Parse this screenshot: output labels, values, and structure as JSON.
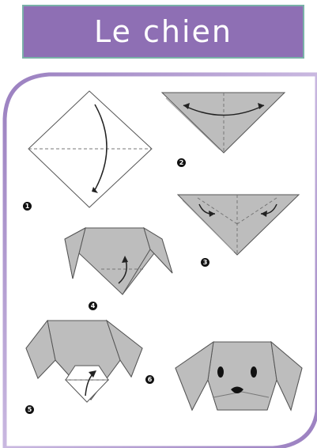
{
  "title": "Le chien",
  "steps": [
    {
      "number": "1"
    },
    {
      "number": "2"
    },
    {
      "number": "3"
    },
    {
      "number": "4"
    },
    {
      "number": "5"
    },
    {
      "number": "6"
    }
  ],
  "colors": {
    "banner": "#8e6fb4",
    "banner_border": "#7ab0a8",
    "paper_gray": "#bdbdbd",
    "card_border_gradient": "#9a7fc0"
  }
}
